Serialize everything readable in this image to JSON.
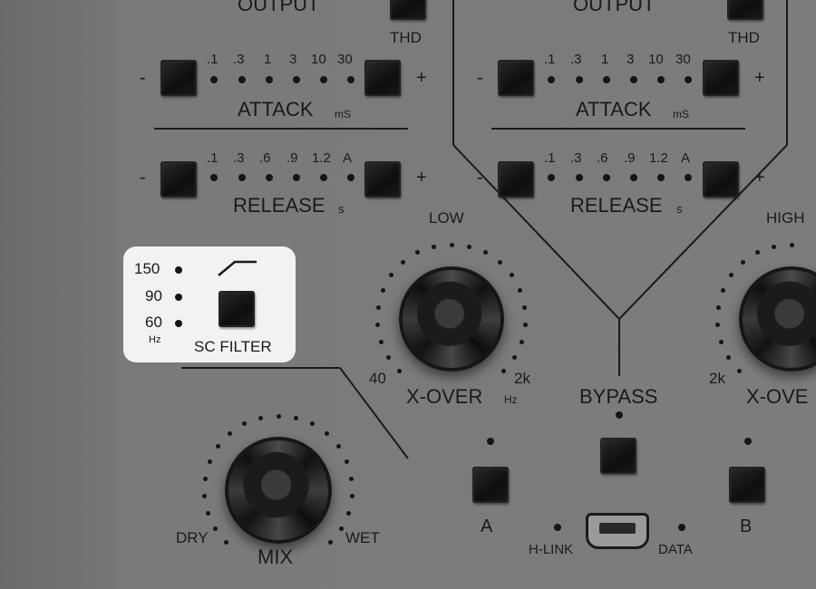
{
  "left_panel": {
    "output_label": "OUTPUT",
    "thd_label": "THD",
    "attack": {
      "minus": "-",
      "plus": "+",
      "steps": [
        ".1",
        ".3",
        "1",
        "3",
        "10",
        "30"
      ],
      "label": "ATTACK",
      "unit": "mS"
    },
    "release": {
      "minus": "-",
      "plus": "+",
      "steps": [
        ".1",
        ".3",
        ".6",
        ".9",
        "1.2",
        "A"
      ],
      "label": "RELEASE",
      "unit": "s"
    }
  },
  "right_panel": {
    "output_label": "OUTPUT",
    "thd_label": "THD",
    "attack": {
      "minus": "-",
      "plus": "+",
      "steps": [
        ".1",
        ".3",
        "1",
        "3",
        "10",
        "30"
      ],
      "label": "ATTACK",
      "unit": "mS"
    },
    "release": {
      "minus": "-",
      "plus": "+",
      "steps": [
        ".1",
        ".3",
        ".6",
        ".9",
        "1.2",
        "A"
      ],
      "label": "RELEASE",
      "unit": "s"
    }
  },
  "sc_filter": {
    "freqs": [
      "150",
      "90",
      "60"
    ],
    "unit": "Hz",
    "label": "SC FILTER"
  },
  "xover_low": {
    "top_label": "LOW",
    "min": "40",
    "max": "2k",
    "label": "X-OVER",
    "unit": "Hz"
  },
  "xover_high": {
    "top_label": "HIGH",
    "min": "2k",
    "label": "X-OVE"
  },
  "bypass": {
    "label": "BYPASS"
  },
  "mix": {
    "label": "MIX",
    "min": "DRY",
    "max": "WET"
  },
  "band_buttons": {
    "a": "A",
    "b": "B"
  },
  "link": {
    "h_link": "H-LINK",
    "data": "DATA"
  }
}
